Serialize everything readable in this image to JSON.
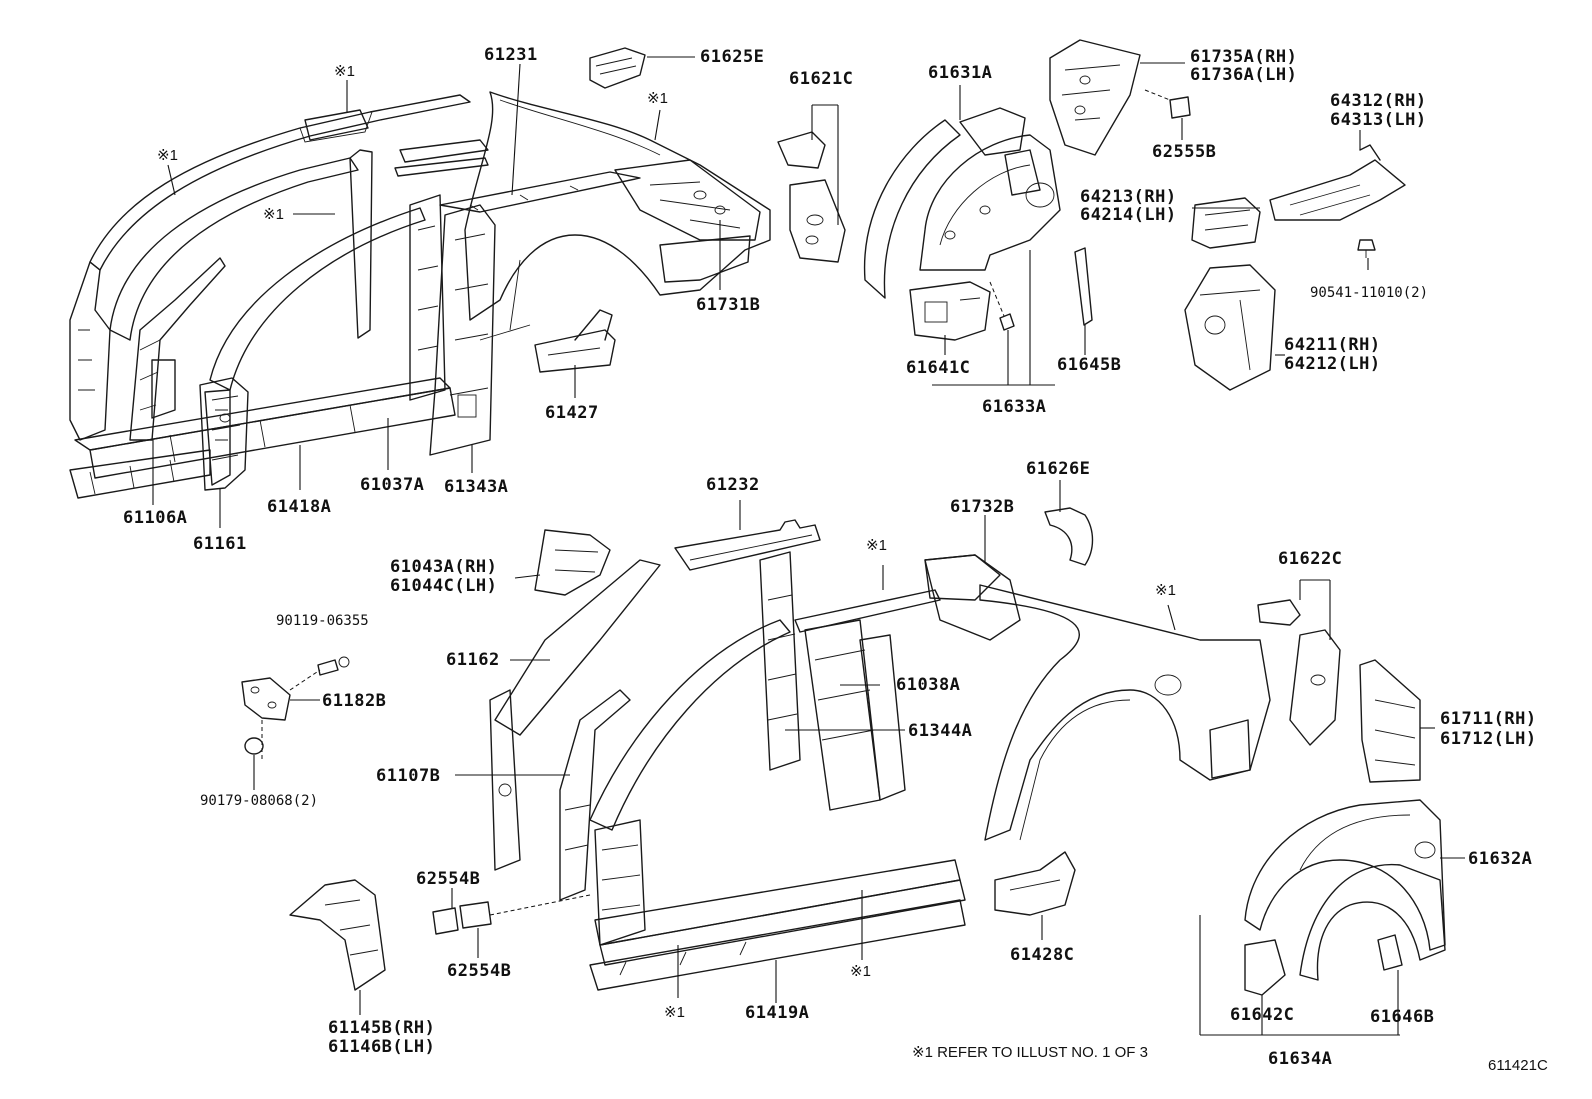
{
  "diagram": {
    "labels": {
      "p61231": "61231",
      "p61625E": "61625E",
      "p61621C": "61621C",
      "p61631A": "61631A",
      "p61735A": "61735A(RH)",
      "p61736A": "61736A(LH)",
      "p62555B": "62555B",
      "p64312": "64312(RH)",
      "p64313": "64313(LH)",
      "p64213": "64213(RH)",
      "p64214": "64214(LH)",
      "p90541": "90541-11010(2)",
      "p64211": "64211(RH)",
      "p64212": "64212(LH)",
      "p61731B": "61731B",
      "p61427": "61427",
      "p61641C": "61641C",
      "p61645B": "61645B",
      "p61633A": "61633A",
      "p61106A": "61106A",
      "p61161": "61161",
      "p61418A": "61418A",
      "p61037A": "61037A",
      "p61343A": "61343A",
      "p61232": "61232",
      "p61626E": "61626E",
      "p61732B": "61732B",
      "p61043A": "61043A(RH)",
      "p61044C": "61044C(LH)",
      "p61622C": "61622C",
      "p90119": "90119-06355",
      "p61162": "61162",
      "p61038A": "61038A",
      "p61182B": "61182B",
      "p61344A": "61344A",
      "p61711": "61711(RH)",
      "p61712": "61712(LH)",
      "p61107B": "61107B",
      "p90179": "90179-08068(2)",
      "p61632A": "61632A",
      "p62554B_top": "62554B",
      "p62554B_bot": "62554B",
      "p61428C": "61428C",
      "p61145B": "61145B(RH)",
      "p61146B": "61146B(LH)",
      "p61419A": "61419A",
      "p61642C": "61642C",
      "p61646B": "61646B",
      "p61634A": "61634A"
    },
    "note_marks": {
      "m1": "※1",
      "m2": "※1",
      "m3": "※1",
      "m4": "※1",
      "m5": "※1",
      "m6": "※1",
      "m7": "※1",
      "m8": "※1"
    },
    "footnote": "※1 REFER TO ILLUST NO. 1 OF 3",
    "figure_id": "611421C"
  }
}
